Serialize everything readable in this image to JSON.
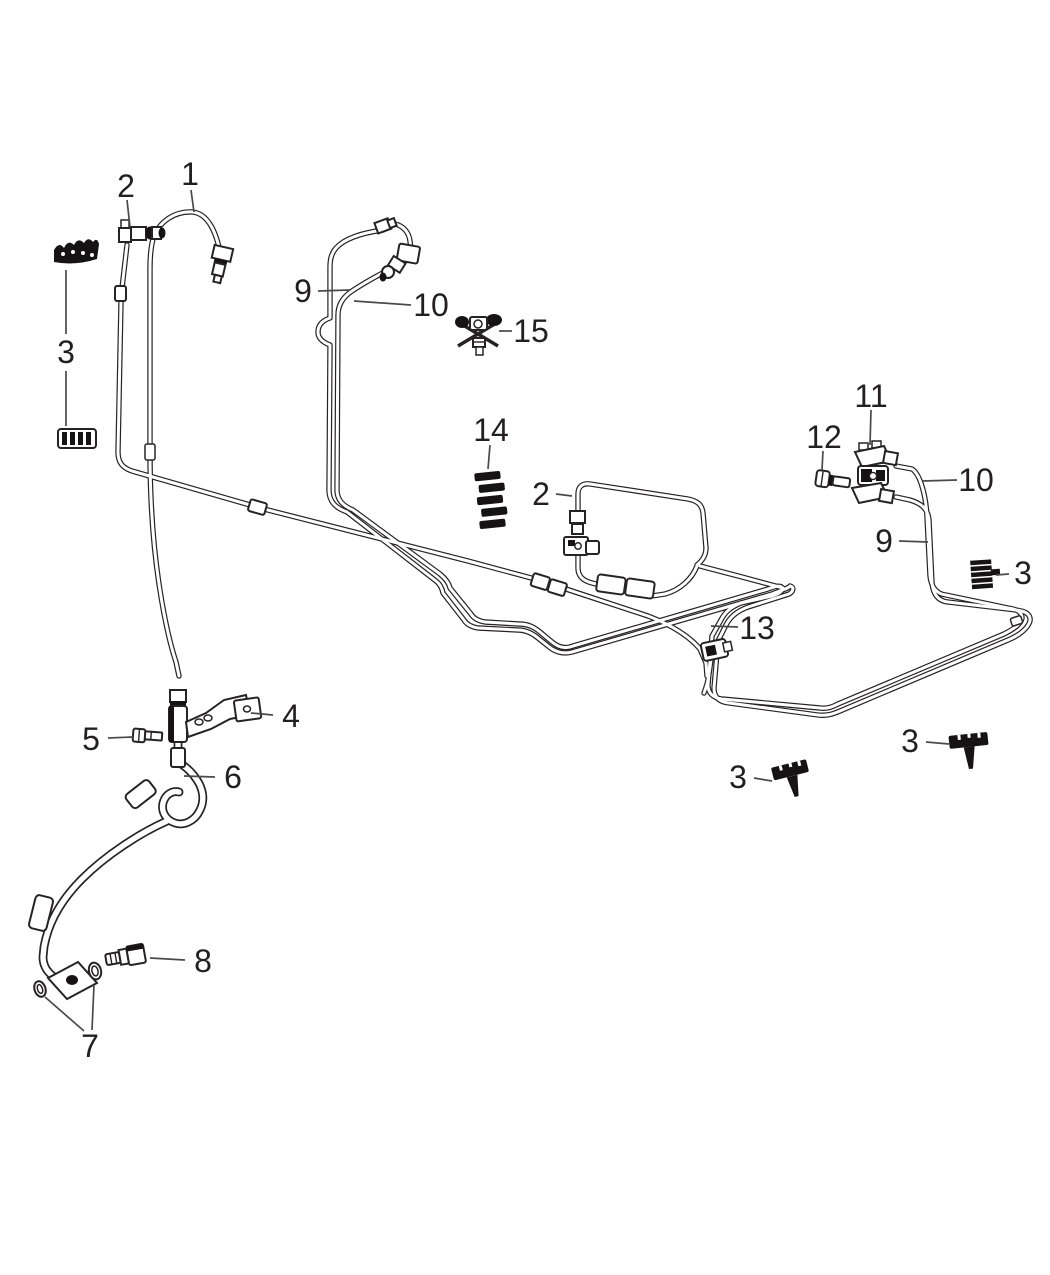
{
  "diagram": {
    "background": "#ffffff",
    "line_color": "#262324",
    "label_color": "#231f20",
    "description_icons": {
      "tube_icon": "brake-line-tube",
      "clip_icon": "routing-clip",
      "bolt_icon": "hex-bolt",
      "washer_icon": "sealing-washer"
    }
  },
  "callouts": {
    "c1": {
      "label": "1"
    },
    "c2_front": {
      "label": "2"
    },
    "c2_mid": {
      "label": "2"
    },
    "c3_left": {
      "label": "3"
    },
    "c3_rear": {
      "label": "3"
    },
    "c3_floor_right": {
      "label": "3"
    },
    "c3_floor_left": {
      "label": "3"
    },
    "c4": {
      "label": "4"
    },
    "c5": {
      "label": "5"
    },
    "c6": {
      "label": "6"
    },
    "c7": {
      "label": "7"
    },
    "c8": {
      "label": "8"
    },
    "c9_front": {
      "label": "9"
    },
    "c9_rear": {
      "label": "9"
    },
    "c10_front": {
      "label": "10"
    },
    "c10_rear": {
      "label": "10"
    },
    "c11": {
      "label": "11"
    },
    "c12": {
      "label": "12"
    },
    "c13": {
      "label": "13"
    },
    "c14": {
      "label": "14"
    },
    "c15": {
      "label": "15"
    }
  }
}
